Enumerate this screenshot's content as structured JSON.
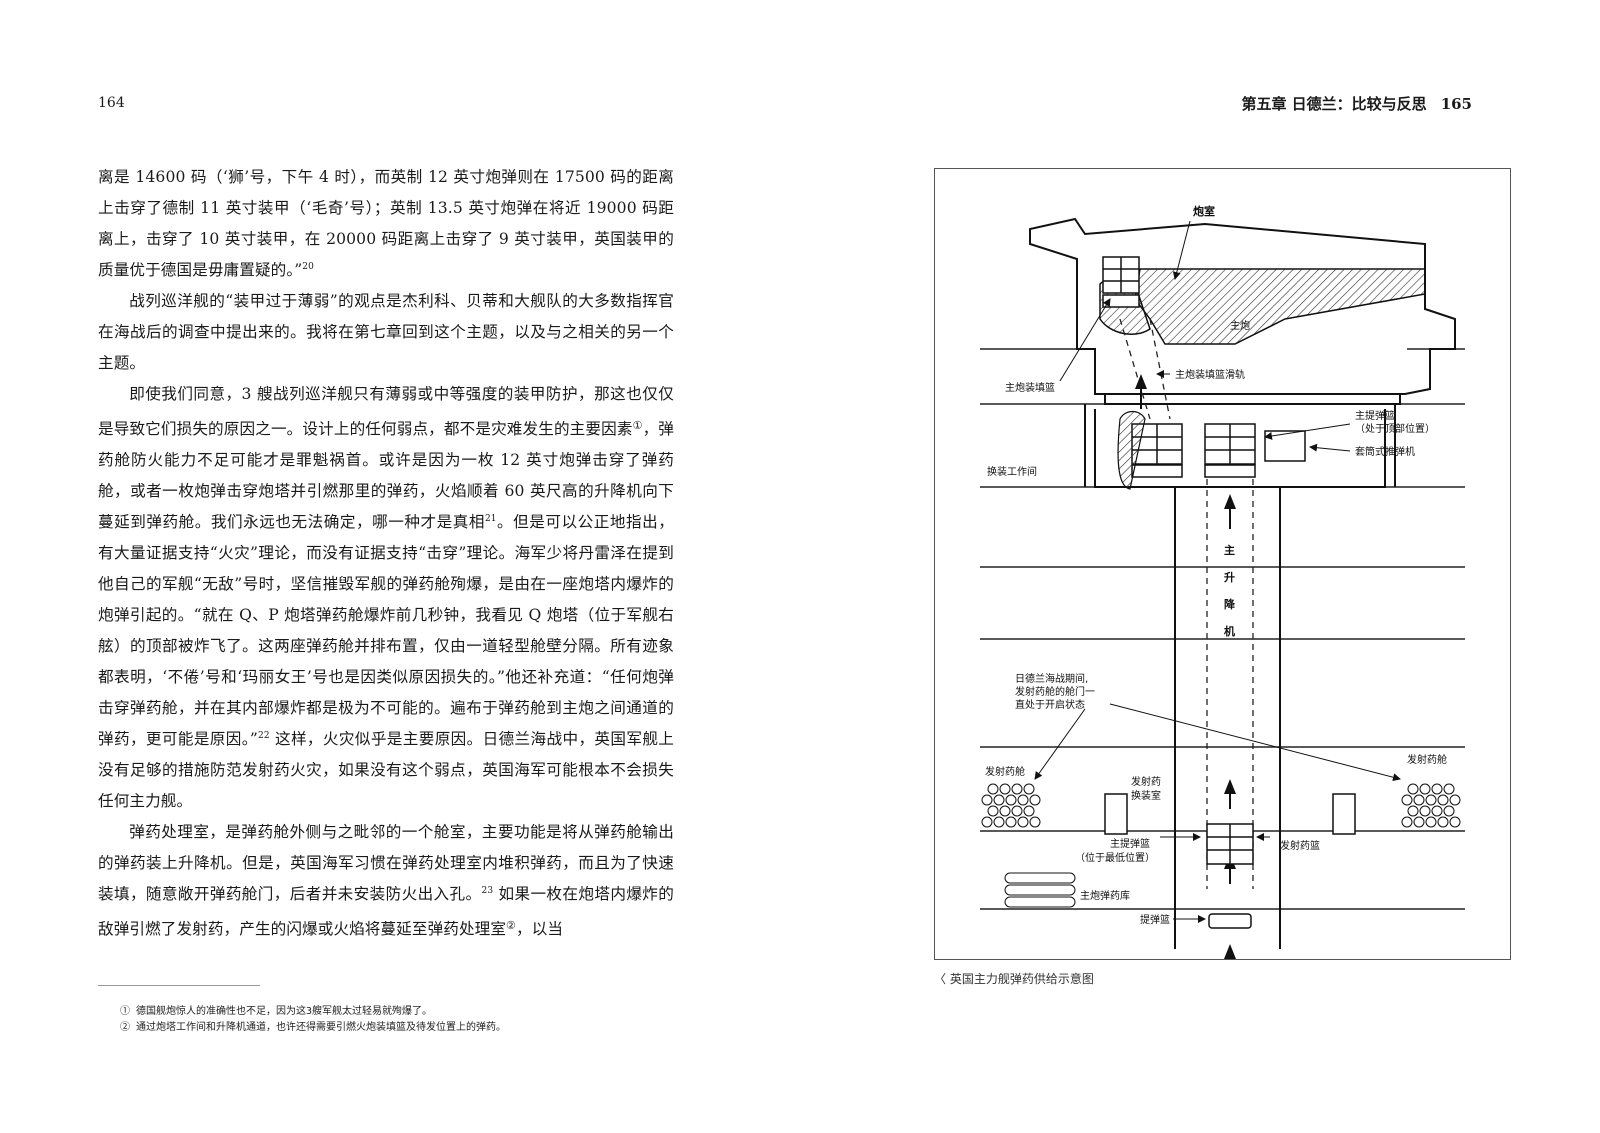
{
  "left_page": {
    "page_number": "164",
    "paragraphs": [
      {
        "indent": false,
        "segments": [
          {
            "t": "离是 14600 码（‘狮’号，下午 4 时），而英制 12 英寸炮弹则在 17500 码的距离上击穿了德制 11 英寸装甲（‘毛奇’号）；英制 13.5 英寸炮弹在将近 19000 码距离上，击穿了 10 英寸装甲，在 20000 码距离上击穿了 9 英寸装甲，英国装甲的质量优于德国是毋庸置疑的。”"
          },
          {
            "sup": "20"
          }
        ]
      },
      {
        "indent": true,
        "segments": [
          {
            "t": "战列巡洋舰的“装甲过于薄弱”的观点是杰利科、贝蒂和大舰队的大多数指挥官在海战后的调查中提出来的。我将在第七章回到这个主题，以及与之相关的另一个主题。"
          }
        ]
      },
      {
        "indent": true,
        "segments": [
          {
            "t": "即使我们同意，3 艘战列巡洋舰只有薄弱或中等强度的装甲防护，那这也仅仅是导致它们损失的原因之一。设计上的任何弱点，都不是灾难发生的主要因素"
          },
          {
            "circ": "①"
          },
          {
            "t": "，弹药舱防火能力不足可能才是罪魁祸首。或许是因为一枚 12 英寸炮弹击穿了弹药舱，或者一枚炮弹击穿炮塔并引燃那里的弹药，火焰顺着 60 英尺高的升降机向下蔓延到弹药舱。我们永远也无法确定，哪一种才是真相"
          },
          {
            "sup": "21"
          },
          {
            "t": "。但是可以公正地指出，有大量证据支持“火灾”理论，而没有证据支持“击穿”理论。海军少将丹雷泽在提到他自己的军舰“无敌”号时，坚信摧毁军舰的弹药舱殉爆，是由在一座炮塔内爆炸的炮弹引起的。“就在 Q、P 炮塔弹药舱爆炸前几秒钟，我看见 Q 炮塔（位于军舰右舷）的顶部被炸飞了。这两座弹药舱并排布置，仅由一道轻型舱壁分隔。所有迹象都表明，‘不倦’号和‘玛丽女王’号也是因类似原因损失的。”他还补充道：“任何炮弹击穿弹药舱，并在其内部爆炸都是极为不可能的。遍布于弹药舱到主炮之间通道的弹药，更可能是原因。”"
          },
          {
            "sup": "22"
          },
          {
            "t": " 这样，火灾似乎是主要原因。日德兰海战中，英国军舰上没有足够的措施防范发射药火灾，如果没有这个弱点，英国海军可能根本不会损失任何主力舰。"
          }
        ]
      },
      {
        "indent": true,
        "segments": [
          {
            "t": "弹药处理室，是弹药舱外侧与之毗邻的一个舱室，主要功能是将从弹药舱输出的弹药装上升降机。但是，英国海军习惯在弹药处理室内堆积弹药，而且为了快速装填，随意敞开弹药舱门，后者并未安装防火出入孔。"
          },
          {
            "sup": "23"
          },
          {
            "t": " 如果一枚在炮塔内爆炸的敌弹引燃了发射药，产生的闪爆或火焰将蔓延至弹药处理室"
          },
          {
            "circ": "②"
          },
          {
            "t": "，以当"
          }
        ]
      }
    ],
    "footnotes": [
      "① 德国舰炮惊人的准确性也不足，因为这3艘军舰太过轻易就殉爆了。",
      "② 通过炮塔工作间和升降机通道，也许还得需要引燃火炮装填篮及待发位置上的弹药。"
    ]
  },
  "right_page": {
    "running_head": "第五章 日德兰：比较与反思",
    "page_number": "165",
    "figure": {
      "caption": "〈 英国主力舰弹药供给示意图",
      "labels": {
        "turret": "炮室",
        "main_gun": "主炮",
        "main_loading_cage": "主炮装填篮",
        "cage_rails": "主炮装填篮滑轨",
        "main_hoist_cage_top": "主提弹篮",
        "top_position": "（处于顶部位置）",
        "telescopic_rammer": "套筒式推弹机",
        "working_chamber": "换装工作间",
        "main_hoist_chars": [
          "主",
          "升",
          "降",
          "机"
        ],
        "note_line1": "日德兰海战期间,",
        "note_line2": "发射药舱的舱门一",
        "note_line3": "直处于开启状态",
        "cordite_magazine_left": "发射药舱",
        "cordite_magazine_right": "发射药舱",
        "handling_room_1": "发射药",
        "handling_room_2": "换装室",
        "main_hoist_cage_bottom": "主提弹篮",
        "lowest_position": "（位于最低位置）",
        "cordite_cage": "发射药篮",
        "shell_cage": "提弹篮",
        "shell_room": "主炮弹药库"
      }
    }
  }
}
